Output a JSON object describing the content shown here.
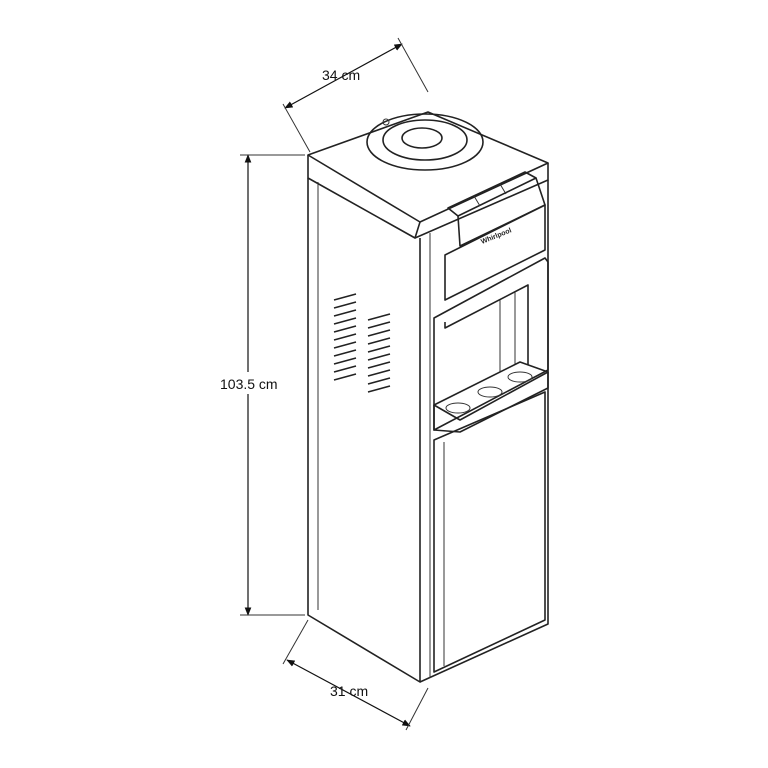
{
  "dimensions": {
    "depth": "34 cm",
    "height": "103.5 cm",
    "width": "31 cm"
  },
  "product": {
    "logo": "Whirlpool"
  },
  "colors": {
    "line": "#222222",
    "background": "#ffffff"
  }
}
